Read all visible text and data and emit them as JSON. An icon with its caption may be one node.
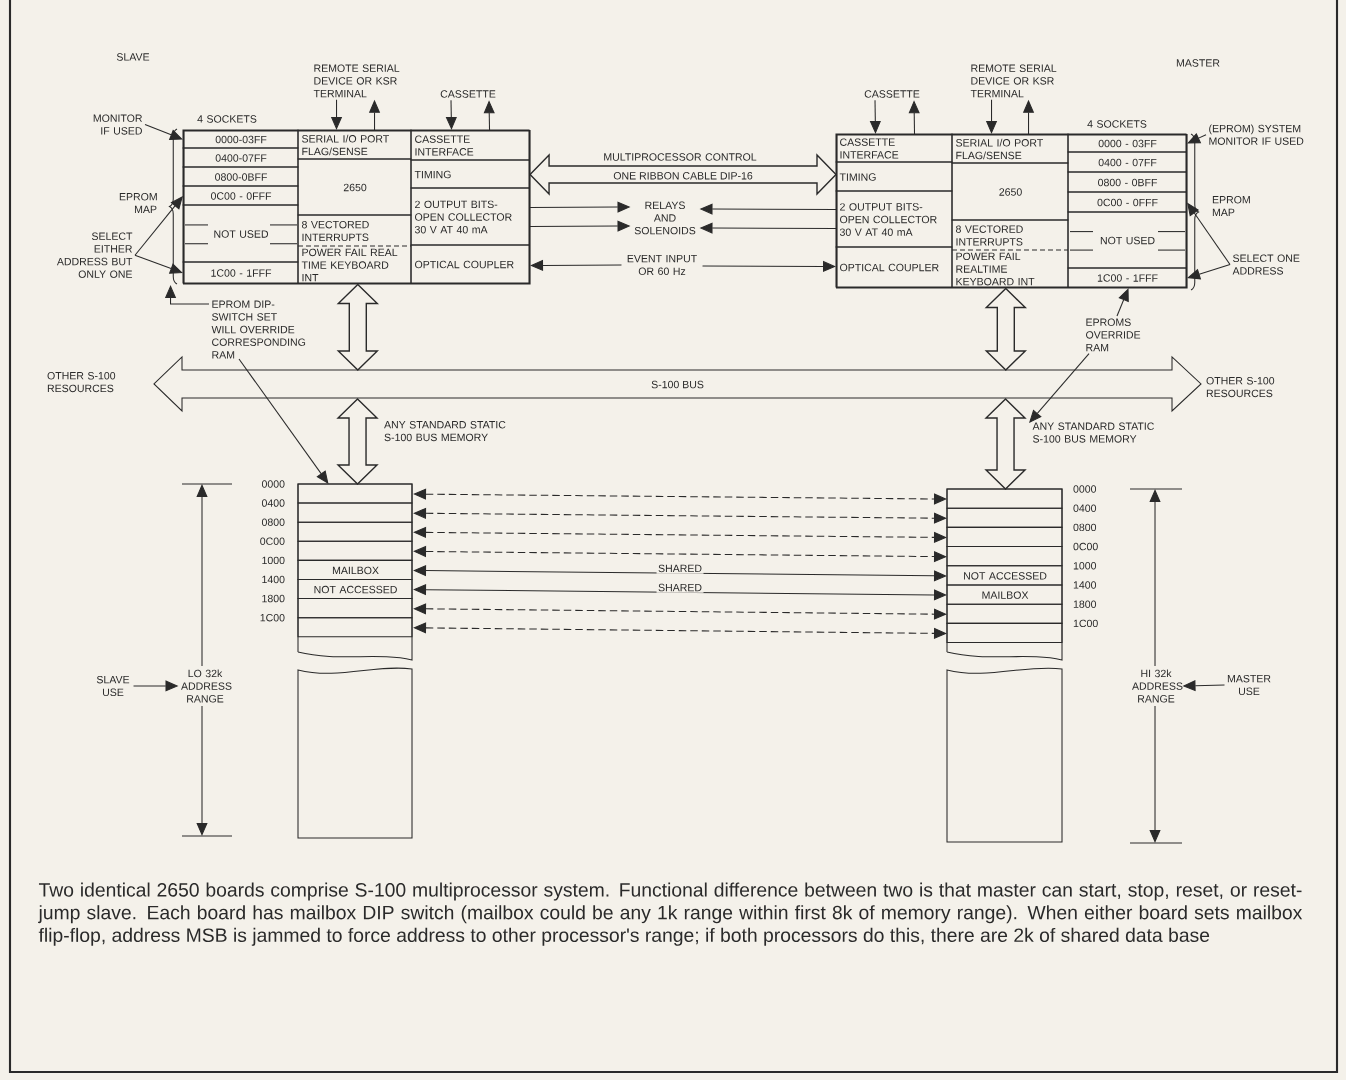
{
  "diagram": {
    "caption": "Two identical 2650 boards comprise S-100 multiprocessor system. Functional difference between two is that master can start, stop, reset, or reset-jump slave. Each board has mailbox DIP switch (mailbox could be any 1k range within first 8k of memory range). When either board sets mailbox flip-flop, address MSB is jammed to force address to other processor's range; if both processors do this, there are 2k of shared data base",
    "nodes": [
      {
        "text": [],
        "shape": "box"
      },
      {
        "text": [
          "0000-03FF"
        ],
        "in": 0
      },
      {
        "text": [
          "0400-07FF"
        ],
        "in": 0
      },
      {
        "text": [
          "0800-0BFF"
        ],
        "in": 0
      },
      {
        "text": [
          "0C00 - 0FFF"
        ],
        "in": 0
      },
      {
        "text": [
          "NOT USED"
        ],
        "in": 0
      },
      {
        "text": [
          "1C00 - 1FFF"
        ],
        "in": 0
      },
      {
        "text": [
          "SERIAL I/O PORT FLAG/SENSE"
        ],
        "in": 0
      },
      {
        "text": [
          "2650"
        ],
        "in": 0
      },
      {
        "text": [
          "8 VECTORED INTERRUPTS"
        ],
        "in": 0
      },
      {
        "text": [
          "POWER FAIL REAL TIME KEYBOARD INT"
        ],
        "in": 0
      },
      {
        "text": [
          "CASSETTE INTERFACE"
        ],
        "in": 0
      },
      {
        "text": [
          "TIMING"
        ],
        "in": 0
      },
      {
        "text": [
          "2 OUTPUT BITS- OPEN COLLECTOR 30 V AT 40 mA"
        ],
        "in": 0
      },
      {
        "text": [
          "OPTICAL COUPLER"
        ],
        "in": 0
      },
      {
        "text": [],
        "shape": "box"
      },
      {
        "text": [
          "CASSETTE INTERFACE"
        ],
        "in": 15
      },
      {
        "text": [
          "TIMING"
        ],
        "in": 15
      },
      {
        "text": [
          "2 OUTPUT BITS- OPEN COLLECTOR 30 V AT 40 mA"
        ],
        "in": 15
      },
      {
        "text": [
          "OPTICAL COUPLER"
        ],
        "in": 15
      },
      {
        "text": [
          "SERIAL I/O PORT FLAG/SENSE"
        ],
        "in": 15
      },
      {
        "text": [
          "2650"
        ],
        "in": 15
      },
      {
        "text": [
          "8 VECTORED INTERRUPTS"
        ],
        "in": 15
      },
      {
        "text": [
          "POWER FAIL REALTIME KEYBOARD INT"
        ],
        "in": 15
      },
      {
        "text": [
          "0000 - 03FF"
        ],
        "in": 15
      },
      {
        "text": [
          "0400 - 07FF"
        ],
        "in": 15
      },
      {
        "text": [
          "0800 - 0BFF"
        ],
        "in": 15
      },
      {
        "text": [
          "0C00 - 0FFF"
        ],
        "in": 15
      },
      {
        "text": [
          "NOT USED"
        ],
        "in": 15
      },
      {
        "text": [
          "1C00 - 1FFF"
        ],
        "in": 15
      },
      {
        "text": [
          "REMOTE SERIAL DEVICE OR KSR TERMINAL"
        ]
      },
      {
        "text": [
          "CASSETTE"
        ]
      },
      {
        "text": [
          "CASSETTE"
        ]
      },
      {
        "text": [
          "REMOTE SERIAL DEVICE OR KSR TERMINAL"
        ]
      },
      {
        "text": [
          "RELAYS AND SOLENOIDS"
        ]
      },
      {
        "text": [
          "EVENT INPUT OR 60 Hz"
        ]
      },
      {
        "text": [
          "MONITOR IF USED"
        ]
      },
      {
        "text": [
          "SELECT EITHER ADDRESS BUT ONLY ONE"
        ]
      },
      {
        "text": [
          "EPROM DIP-SWITCH SET WILL OVERRIDE CORRESPONDING RAM"
        ]
      },
      {
        "text": [
          "(EPROM) SYSTEM MONITOR IF USED"
        ]
      },
      {
        "text": [
          "SELECT ONE ADDRESS"
        ]
      },
      {
        "text": [
          "EPROMS OVERRIDE RAM"
        ]
      },
      {
        "text": [
          "S-100 BUS"
        ],
        "beside": [
          "OTHER S-100 RESOURCES",
          "OTHER S-100 RESOURCES"
        ]
      },
      {
        "text": [],
        "shape": "box"
      },
      {
        "text": [],
        "shape": "box",
        "in": 43
      },
      {
        "text": [],
        "shape": "box",
        "in": 43
      },
      {
        "text": [],
        "shape": "box",
        "in": 43
      },
      {
        "text": [],
        "shape": "box",
        "in": 43
      },
      {
        "text": [
          "MAILBOX"
        ],
        "in": 43
      },
      {
        "text": [
          "NOT ACCESSED"
        ],
        "in": 43
      },
      {
        "text": [],
        "shape": "box",
        "in": 43
      },
      {
        "text": [],
        "shape": "box",
        "in": 43
      },
      {
        "text": [],
        "shape": "box"
      },
      {
        "text": [],
        "shape": "box",
        "in": 52
      },
      {
        "text": [],
        "shape": "box",
        "in": 52
      },
      {
        "text": [],
        "shape": "box",
        "in": 52
      },
      {
        "text": [],
        "shape": "box",
        "in": 52
      },
      {
        "text": [
          "NOT ACCESSED"
        ],
        "in": 52
      },
      {
        "text": [
          "MAILBOX"
        ],
        "in": 52
      },
      {
        "text": [],
        "shape": "box",
        "in": 52
      },
      {
        "text": [],
        "shape": "box",
        "in": 52
      },
      {
        "text": [
          "SLAVE USE"
        ]
      },
      {
        "text": [
          "LO 32k ADDRESS RANGE"
        ]
      },
      {
        "text": [
          "HI 32k ADDRESS RANGE"
        ]
      },
      {
        "text": [
          "MASTER USE"
        ]
      },
      {
        "text": [
          "ANY STANDARD STATIC S-100 BUS MEMORY"
        ]
      },
      {
        "text": [],
        "shape": "brace"
      },
      {
        "text": [],
        "shape": "brace"
      }
    ],
    "edges": [
      {
        "from": 30,
        "to": 7,
        "arrow": "to"
      },
      {
        "from": 7,
        "to": 30,
        "arrow": "to"
      },
      {
        "from": 31,
        "to": 11,
        "arrow": "to"
      },
      {
        "from": 11,
        "to": 31,
        "arrow": "to"
      },
      {
        "from": 32,
        "to": 16,
        "arrow": "to"
      },
      {
        "from": 16,
        "to": 32,
        "arrow": "to"
      },
      {
        "from": 33,
        "to": 20,
        "arrow": "to"
      },
      {
        "from": 20,
        "to": 33,
        "arrow": "to"
      },
      {
        "from": 12,
        "to": 17,
        "arrow": "both",
        "style": "thick",
        "label": "ONE RIBBON CABLE DIP-16"
      },
      {
        "from": 13,
        "to": 34,
        "arrow": "to"
      },
      {
        "from": 13,
        "to": 34,
        "arrow": "to"
      },
      {
        "from": 18,
        "to": 34,
        "arrow": "to"
      },
      {
        "from": 18,
        "to": 34,
        "arrow": "to"
      },
      {
        "from": 35,
        "to": 14,
        "arrow": "to"
      },
      {
        "from": 35,
        "to": 19,
        "arrow": "to"
      },
      {
        "from": 36,
        "to": 1,
        "arrow": "to"
      },
      {
        "from": 37,
        "to": 4,
        "arrow": "to"
      },
      {
        "from": 37,
        "to": 6,
        "arrow": "to"
      },
      {
        "from": 38,
        "to": 66,
        "arrow": "to"
      },
      {
        "from": 38,
        "to": 43,
        "arrow": "to"
      },
      {
        "from": 39,
        "to": 24,
        "arrow": "to"
      },
      {
        "from": 40,
        "to": 27,
        "arrow": "to"
      },
      {
        "from": 40,
        "to": 29,
        "arrow": "to"
      },
      {
        "from": 41,
        "to": 29,
        "arrow": "to"
      },
      {
        "from": 41,
        "to": 65,
        "arrow": "to"
      },
      {
        "from": 0,
        "to": 42,
        "arrow": "both",
        "style": "thick"
      },
      {
        "from": 42,
        "to": 43,
        "arrow": "both",
        "style": "thick"
      },
      {
        "from": 15,
        "to": 42,
        "arrow": "both",
        "style": "thick"
      },
      {
        "from": 42,
        "to": 52,
        "arrow": "both",
        "style": "thick"
      },
      {
        "from": 44,
        "to": 53,
        "arrow": "both",
        "style": "dashed"
      },
      {
        "from": 45,
        "to": 54,
        "arrow": "both",
        "style": "dashed"
      },
      {
        "from": 46,
        "to": 55,
        "arrow": "both",
        "style": "dashed"
      },
      {
        "from": 47,
        "to": 56,
        "arrow": "both",
        "style": "dashed"
      },
      {
        "from": 48,
        "to": 57,
        "arrow": "both",
        "label": "SHARED"
      },
      {
        "from": 49,
        "to": 58,
        "arrow": "both",
        "label": "SHARED"
      },
      {
        "from": 50,
        "to": 59,
        "arrow": "both",
        "style": "dashed"
      },
      {
        "from": 51,
        "to": 60,
        "arrow": "both",
        "style": "dashed"
      },
      {
        "from": 61,
        "to": 62,
        "arrow": "to"
      },
      {
        "from": 64,
        "to": 63,
        "arrow": "to"
      }
    ],
    "labels": [
      "SLAVE",
      "MULTIPROCESSOR CONTROL",
      "MASTER",
      "4 SOCKETS",
      "4 SOCKETS",
      "EPROM MAP",
      "EPROM MAP",
      "ANY STANDARD STATIC S-100 BUS MEMORY",
      "0000",
      "0400",
      "0800",
      "0C00",
      "1000",
      "1400",
      "1800",
      "1C00",
      "0000",
      "0400",
      "0800",
      "0C00",
      "1000",
      "1400",
      "1800",
      "1C00"
    ]
  }
}
